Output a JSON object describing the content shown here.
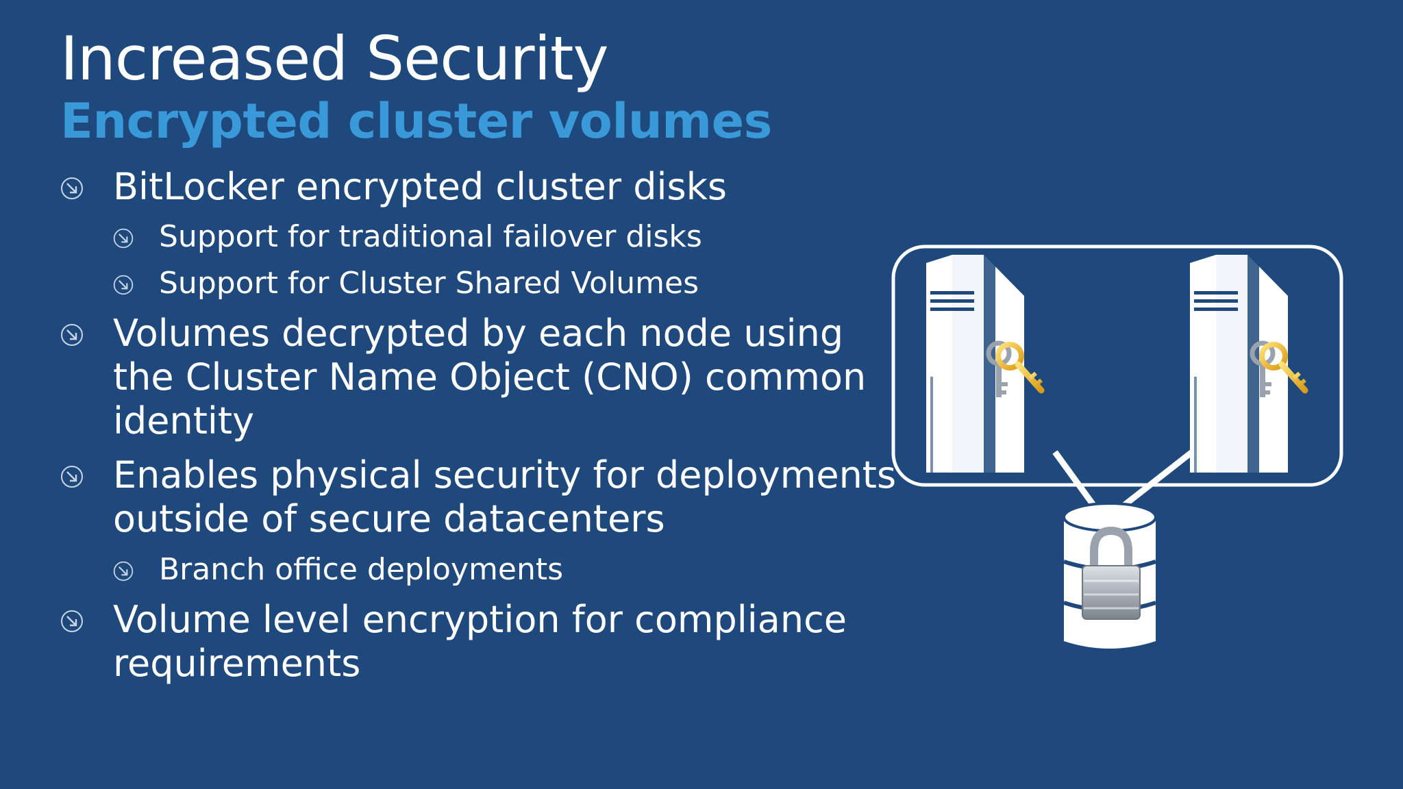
{
  "slide": {
    "title": "Increased Security",
    "subtitle": "Encrypted cluster volumes"
  },
  "bullets": [
    {
      "level": 1,
      "text": "BitLocker encrypted cluster disks"
    },
    {
      "level": 2,
      "text": "Support for traditional failover disks"
    },
    {
      "level": 2,
      "text": "Support for Cluster Shared Volumes"
    },
    {
      "level": 1,
      "lines": [
        "Volumes decrypted by each node using",
        "the Cluster Name Object (CNO) common",
        "identity"
      ]
    },
    {
      "level": 1,
      "lines": [
        "Enables physical security for deployments",
        "outside of secure datacenters"
      ]
    },
    {
      "level": 2,
      "text": "Branch office deployments"
    },
    {
      "level": 1,
      "lines": [
        "Volume level encryption for compliance",
        "requirements"
      ]
    }
  ],
  "illustration": {
    "icons": [
      "server-icon",
      "key-icon",
      "database-icon",
      "padlock-icon",
      "bullet-arrow-icon"
    ]
  },
  "colors": {
    "background": "#1f497d",
    "subtitle": "#3a9ad9",
    "text": "#ffffff",
    "key": "#e8b52c",
    "padlock": "#b8bec6"
  }
}
